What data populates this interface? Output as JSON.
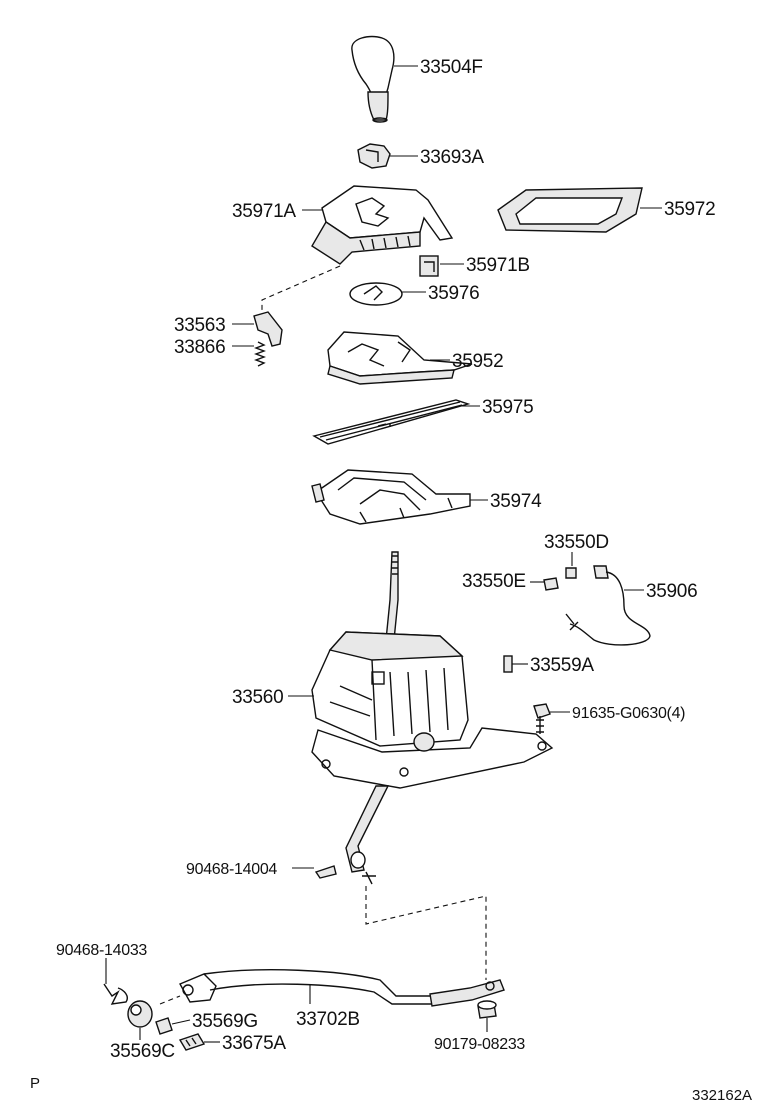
{
  "parts": [
    {
      "id": "33504F",
      "label": "33504F"
    },
    {
      "id": "33693A",
      "label": "33693A"
    },
    {
      "id": "35971A",
      "label": "35971A"
    },
    {
      "id": "35972",
      "label": "35972"
    },
    {
      "id": "35971B",
      "label": "35971B"
    },
    {
      "id": "35976",
      "label": "35976"
    },
    {
      "id": "33563",
      "label": "33563"
    },
    {
      "id": "33866",
      "label": "33866"
    },
    {
      "id": "35952",
      "label": "35952"
    },
    {
      "id": "35975",
      "label": "35975"
    },
    {
      "id": "35974",
      "label": "35974"
    },
    {
      "id": "33550D",
      "label": "33550D"
    },
    {
      "id": "33550E",
      "label": "33550E"
    },
    {
      "id": "35906",
      "label": "35906"
    },
    {
      "id": "33559A",
      "label": "33559A"
    },
    {
      "id": "33560",
      "label": "33560"
    },
    {
      "id": "91635-G0630",
      "label": "91635-G0630(4)"
    },
    {
      "id": "90468-14004",
      "label": "90468-14004"
    },
    {
      "id": "90468-14033",
      "label": "90468-14033"
    },
    {
      "id": "35569G",
      "label": "35569G"
    },
    {
      "id": "33702B",
      "label": "33702B"
    },
    {
      "id": "35569C",
      "label": "35569C"
    },
    {
      "id": "33675A",
      "label": "33675A"
    },
    {
      "id": "90179-08233",
      "label": "90179-08233"
    }
  ],
  "corner_left": "P",
  "corner_right": "332162A"
}
